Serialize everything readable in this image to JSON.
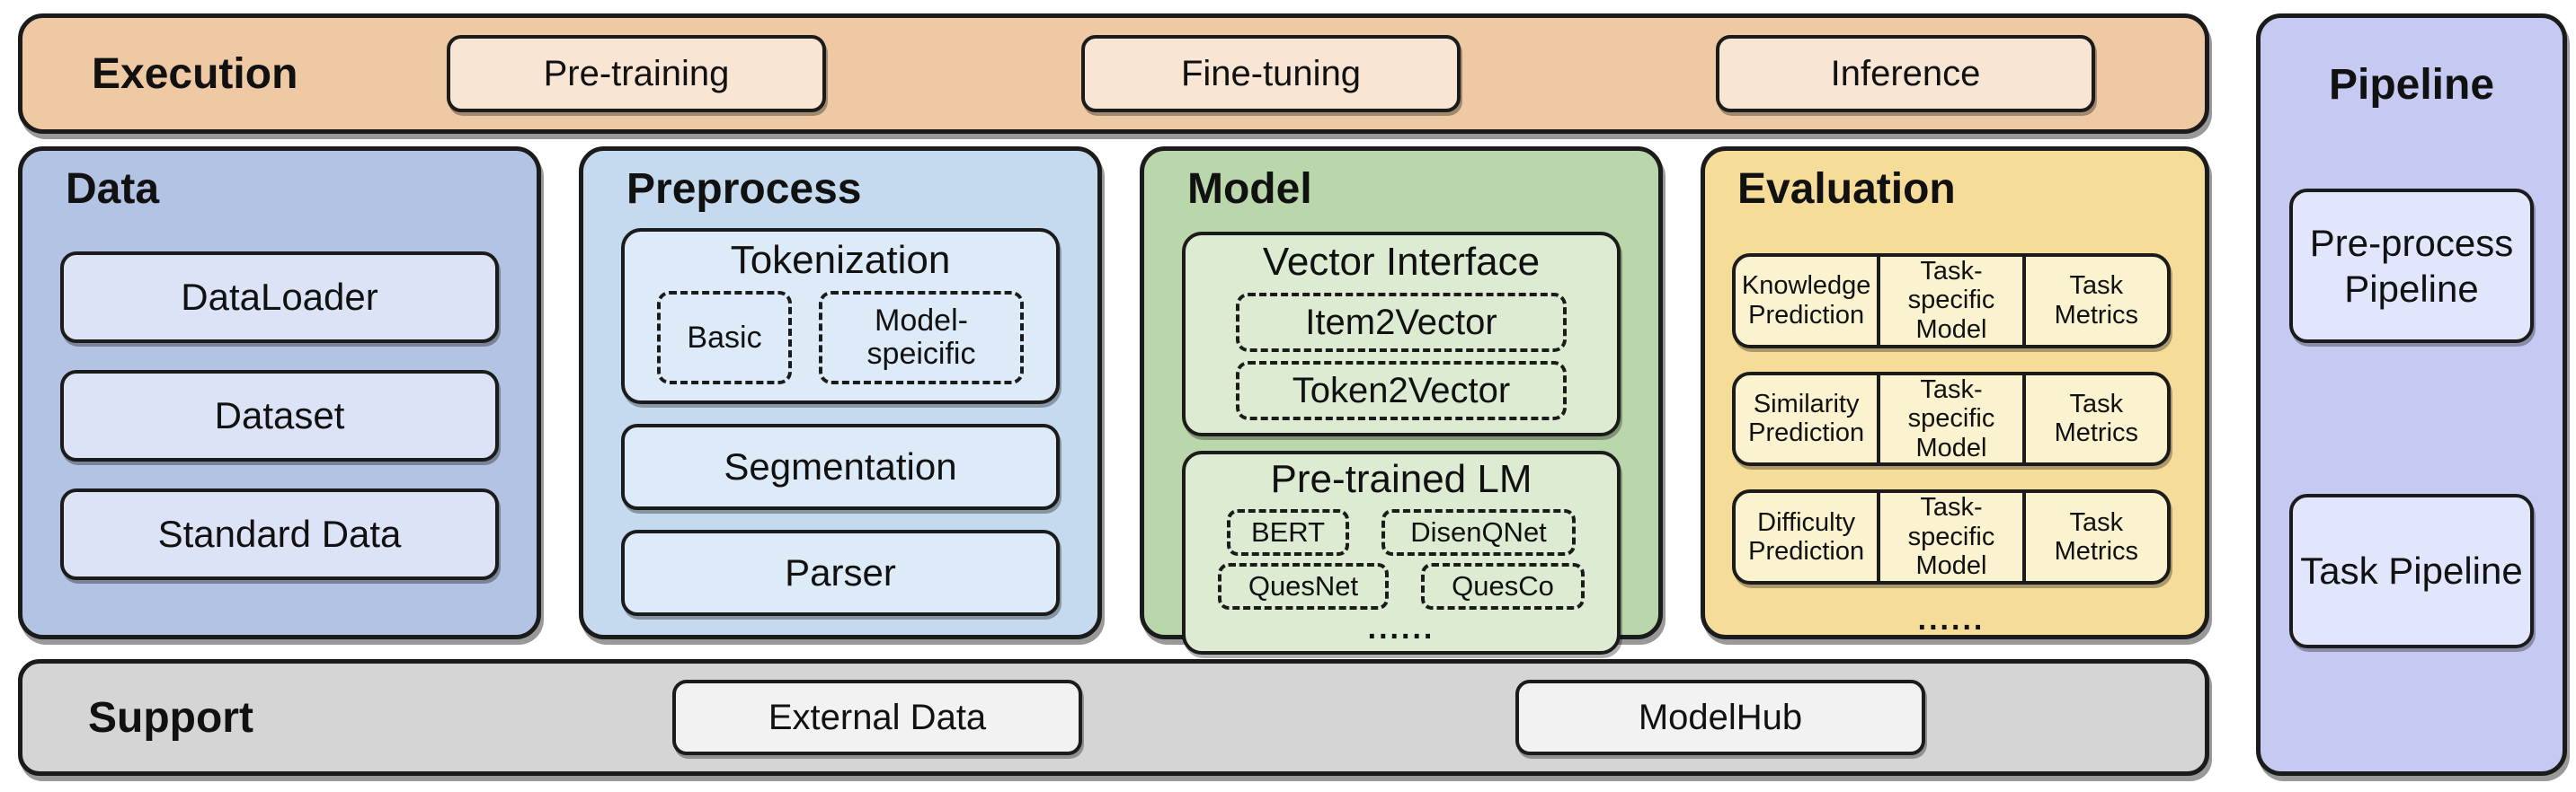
{
  "execution": {
    "title": "Execution",
    "buttons": [
      "Pre-training",
      "Fine-tuning",
      "Inference"
    ]
  },
  "data_section": {
    "title": "Data",
    "items": [
      "DataLoader",
      "Dataset",
      "Standard Data"
    ]
  },
  "preprocess": {
    "title": "Preprocess",
    "tokenization": {
      "title": "Tokenization",
      "methods": [
        "Basic",
        "Model-speicific"
      ]
    },
    "items": [
      "Segmentation",
      "Parser"
    ]
  },
  "model": {
    "title": "Model",
    "vector_interface": {
      "title": "Vector Interface",
      "items": [
        "Item2Vector",
        "Token2Vector"
      ]
    },
    "pretrained_lm": {
      "title": "Pre-trained LM",
      "items": [
        "BERT",
        "DisenQNet",
        "QuesNet",
        "QuesCo"
      ],
      "ellipsis": "......"
    }
  },
  "evaluation": {
    "title": "Evaluation",
    "rows": [
      {
        "task": "Knowledge Prediction",
        "model": "Task-specific Model",
        "metrics": "Task Metrics"
      },
      {
        "task": "Similarity Prediction",
        "model": "Task-specific Model",
        "metrics": "Task Metrics"
      },
      {
        "task": "Difficulty Prediction",
        "model": "Task-specific Model",
        "metrics": "Task Metrics"
      }
    ],
    "ellipsis": "......"
  },
  "support": {
    "title": "Support",
    "buttons": [
      "External Data",
      "ModelHub"
    ]
  },
  "pipeline": {
    "title": "Pipeline",
    "items": [
      "Pre-process Pipeline",
      "Task Pipeline"
    ]
  },
  "colors": {
    "execution_bar": "#efc9a3",
    "execution_button": "#f9e5d4",
    "data_card": "#b3c3e4",
    "data_box": "#dde3f6",
    "preprocess_card": "#c5daee",
    "preprocess_box": "#ddeaf8",
    "model_card": "#b9d7aa",
    "model_box": "#dcebd2",
    "evaluation_card": "#f6dc99",
    "evaluation_cell": "#fbf2cf",
    "support_bar": "#d5d5d5",
    "support_button": "#f2f2f2",
    "pipeline_card": "#c6caf2",
    "pipeline_box": "#e2e6fc",
    "border": "#1b1b1b",
    "background": "#ffffff"
  }
}
